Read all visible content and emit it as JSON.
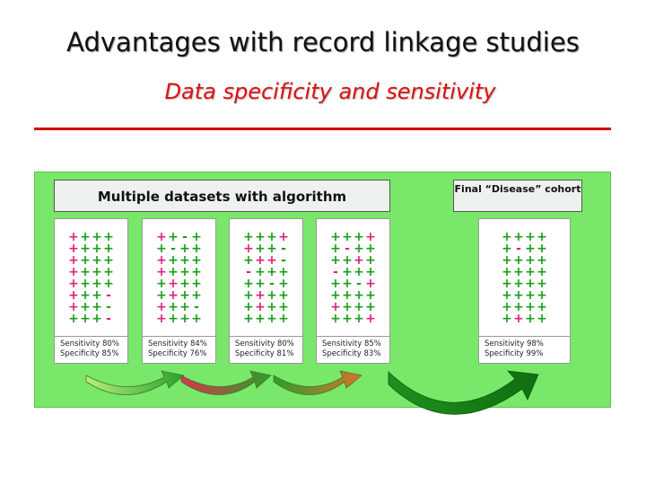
{
  "slide": {
    "title": "Advantages with record linkage studies",
    "subtitle": "Data specificity and sensitivity"
  },
  "diagram": {
    "header_main": "Multiple datasets with algorithm",
    "header_final": "Final “Disease” cohort",
    "colors": {
      "plus": "#e0207a",
      "minus": "#1a9e1a",
      "panel": "#79e86a"
    },
    "datasets": [
      {
        "signs": [
          "+",
          "+",
          "+",
          "+",
          "+",
          "+",
          "+",
          "+",
          "+",
          "+",
          "+",
          "+",
          "+",
          "+",
          "+",
          "+",
          "+",
          "+",
          "+",
          "+",
          "+",
          "+",
          "+",
          "-",
          "+",
          "+",
          "+",
          "-",
          "+",
          "+",
          "+",
          "-"
        ],
        "colors": [
          "r",
          "g",
          "g",
          "g",
          "r",
          "g",
          "g",
          "g",
          "r",
          "g",
          "g",
          "g",
          "r",
          "g",
          "g",
          "g",
          "r",
          "g",
          "g",
          "g",
          "r",
          "g",
          "g",
          "r",
          "r",
          "g",
          "g",
          "g",
          "g",
          "g",
          "g",
          "r"
        ],
        "sensitivity": "Sensitivity 80%",
        "specificity": "Specificity 85%"
      },
      {
        "signs": [
          "+",
          "+",
          "-",
          "+",
          "+",
          "-",
          "+",
          "+",
          "+",
          "+",
          "+",
          "+",
          "+",
          "+",
          "+",
          "+",
          "+",
          "+",
          "+",
          "+",
          "+",
          "+",
          "+",
          "+",
          "+",
          "+",
          "+",
          "-",
          "+",
          "+",
          "+",
          "+"
        ],
        "colors": [
          "r",
          "g",
          "g",
          "g",
          "g",
          "g",
          "g",
          "g",
          "r",
          "g",
          "g",
          "g",
          "r",
          "g",
          "g",
          "g",
          "g",
          "r",
          "g",
          "g",
          "g",
          "r",
          "g",
          "g",
          "r",
          "g",
          "g",
          "g",
          "r",
          "g",
          "g",
          "g"
        ],
        "sensitivity": "Sensitivity 84%",
        "specificity": "Specificity 76%"
      },
      {
        "signs": [
          "+",
          "+",
          "+",
          "+",
          "+",
          "+",
          "+",
          "-",
          "+",
          "+",
          "+",
          "-",
          "-",
          "+",
          "+",
          "+",
          "+",
          "+",
          "-",
          "+",
          "+",
          "+",
          "+",
          "+",
          "+",
          "+",
          "+",
          "+",
          "+",
          "+",
          "+",
          "+"
        ],
        "colors": [
          "g",
          "g",
          "g",
          "r",
          "r",
          "g",
          "g",
          "g",
          "g",
          "r",
          "r",
          "g",
          "r",
          "g",
          "g",
          "g",
          "g",
          "g",
          "g",
          "g",
          "g",
          "r",
          "g",
          "g",
          "g",
          "r",
          "g",
          "g",
          "g",
          "g",
          "g",
          "g"
        ],
        "sensitivity": "Sensitivity 80%",
        "specificity": "Specificity 81%"
      },
      {
        "signs": [
          "+",
          "+",
          "+",
          "+",
          "+",
          "-",
          "+",
          "+",
          "+",
          "+",
          "+",
          "+",
          "-",
          "+",
          "+",
          "+",
          "+",
          "+",
          "-",
          "+",
          "+",
          "+",
          "+",
          "+",
          "+",
          "+",
          "+",
          "+",
          "+",
          "+",
          "+",
          "+"
        ],
        "colors": [
          "g",
          "g",
          "g",
          "r",
          "g",
          "r",
          "g",
          "g",
          "g",
          "g",
          "r",
          "g",
          "r",
          "g",
          "g",
          "g",
          "g",
          "g",
          "g",
          "r",
          "g",
          "g",
          "g",
          "g",
          "r",
          "g",
          "g",
          "g",
          "g",
          "g",
          "g",
          "r"
        ],
        "sensitivity": "Sensitivity 85%",
        "specificity": "Specificity 83%"
      }
    ],
    "final": {
      "signs": [
        "+",
        "+",
        "+",
        "+",
        "+",
        "-",
        "+",
        "+",
        "+",
        "+",
        "+",
        "+",
        "+",
        "+",
        "+",
        "+",
        "+",
        "+",
        "+",
        "+",
        "+",
        "+",
        "+",
        "+",
        "+",
        "+",
        "+",
        "+",
        "+",
        "+",
        "+",
        "+"
      ],
      "colors": [
        "g",
        "g",
        "g",
        "g",
        "g",
        "r",
        "g",
        "g",
        "g",
        "g",
        "g",
        "g",
        "g",
        "g",
        "g",
        "g",
        "g",
        "g",
        "g",
        "g",
        "g",
        "g",
        "g",
        "g",
        "g",
        "g",
        "g",
        "g",
        "g",
        "r",
        "g",
        "g"
      ],
      "sensitivity": "Sensitivity 98%",
      "specificity": "Specificity 99%"
    }
  }
}
